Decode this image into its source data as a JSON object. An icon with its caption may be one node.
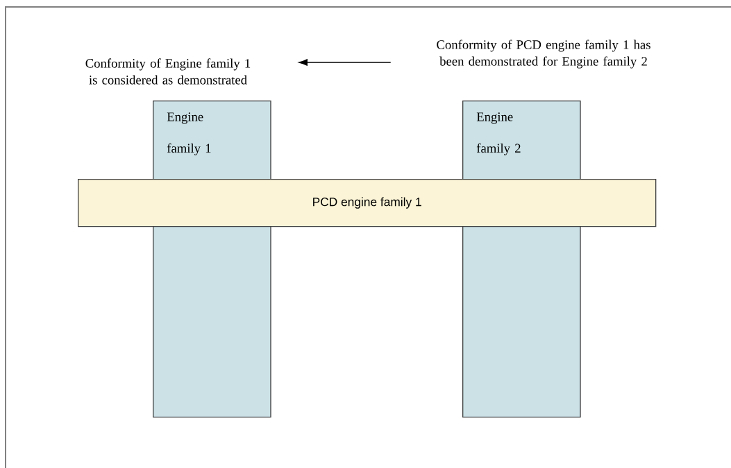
{
  "diagram": {
    "nodes": [
      {
        "text": [
          "Conformity of Engine family 1 is considered as demonstrated"
        ]
      },
      {
        "text": [
          "Conformity of PCD engine family 1 has been demonstrated for Engine family 2"
        ]
      },
      {
        "text": [
          "Engine family 1"
        ]
      },
      {
        "text": [
          "Engine family 2"
        ]
      },
      {
        "text": [
          "PCD engine family 1"
        ]
      }
    ],
    "edges": [
      {
        "from": 1,
        "to": 0,
        "arrow": "to"
      }
    ]
  }
}
